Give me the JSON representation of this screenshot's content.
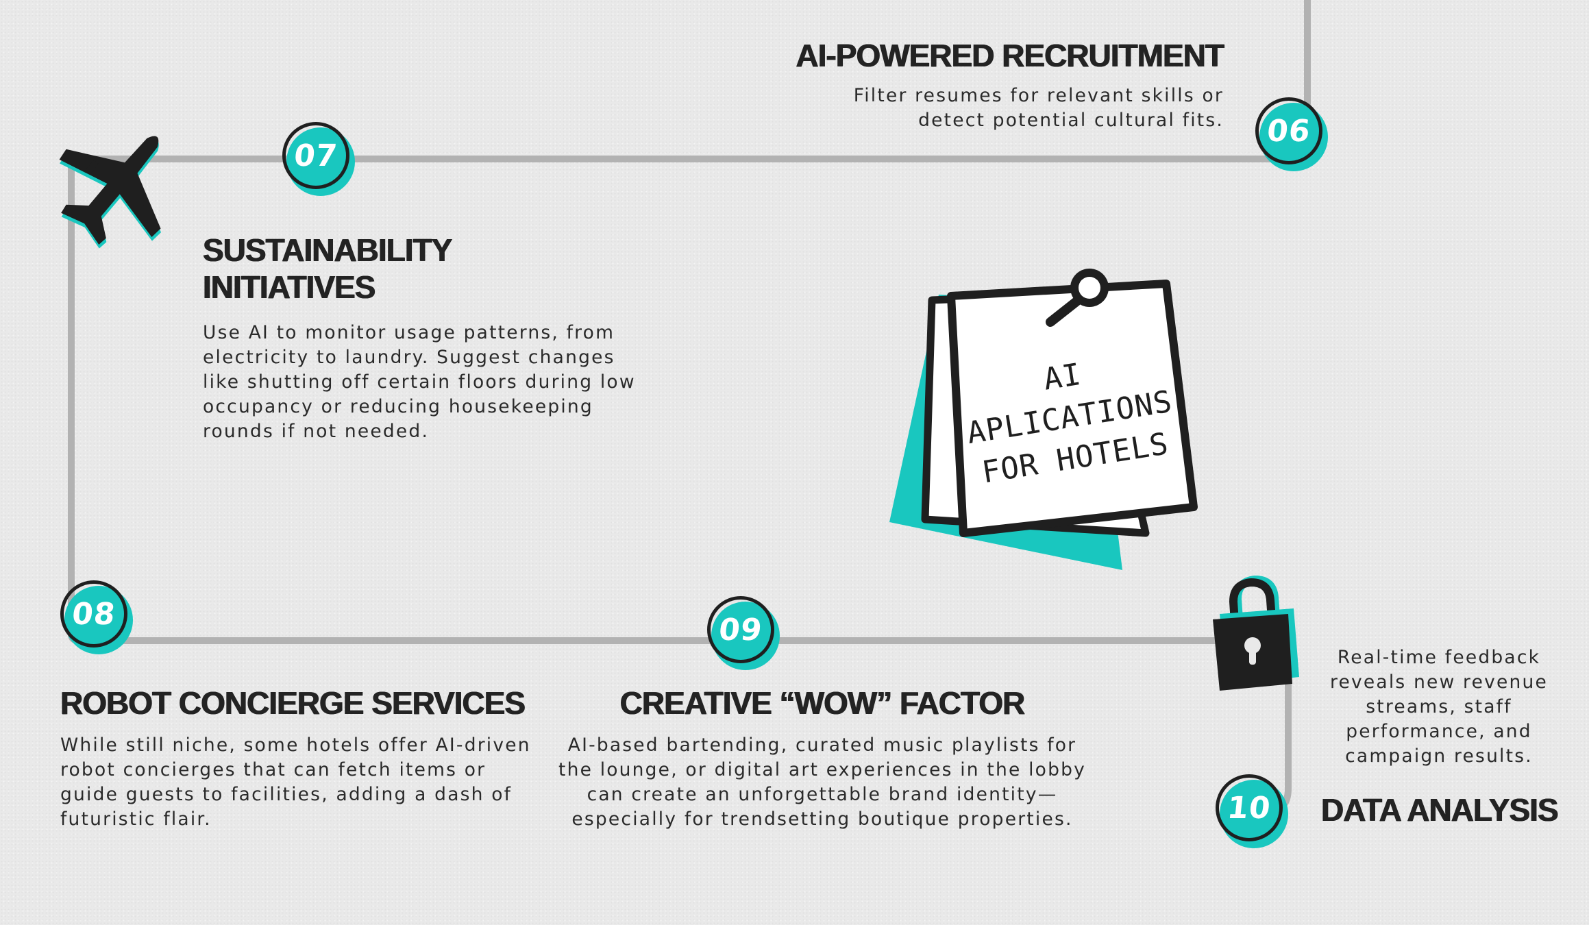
{
  "title": "AI APLICATIONS\nFOR HOTELS",
  "colors": {
    "accent": "#19c7bf",
    "ink": "#1f1f1f",
    "line": "#b2b2b2",
    "background": "#e9e9e9"
  },
  "icons": [
    "airplane-icon",
    "padlock-icon",
    "sticky-note-icon",
    "pin-icon"
  ],
  "steps": [
    {
      "number": "06",
      "title": "AI-POWERED RECRUITMENT",
      "description": "Filter resumes for relevant skills or\ndetect potential cultural fits."
    },
    {
      "number": "07",
      "title": "SUSTAINABILITY\nINITIATIVES",
      "description": "Use AI to monitor usage patterns, from\nelectricity to laundry. Suggest changes\nlike shutting off certain floors during low\noccupancy or reducing housekeeping\nrounds if not needed."
    },
    {
      "number": "08",
      "title": "ROBOT CONCIERGE SERVICES",
      "description": "While still niche, some hotels offer AI-driven\nrobot concierges that can fetch items or\nguide guests to facilities, adding a dash of\nfuturistic flair."
    },
    {
      "number": "09",
      "title": "CREATIVE “WOW” FACTOR",
      "description": "AI-based bartending, curated music playlists for\nthe lounge, or digital art experiences in the lobby\ncan create an unforgettable brand identity—\nespecially for trendsetting boutique properties."
    },
    {
      "number": "10",
      "title": "DATA ANALYSIS",
      "description": "Real-time feedback\nreveals new revenue\nstreams, staff\nperformance, and\ncampaign results."
    }
  ]
}
